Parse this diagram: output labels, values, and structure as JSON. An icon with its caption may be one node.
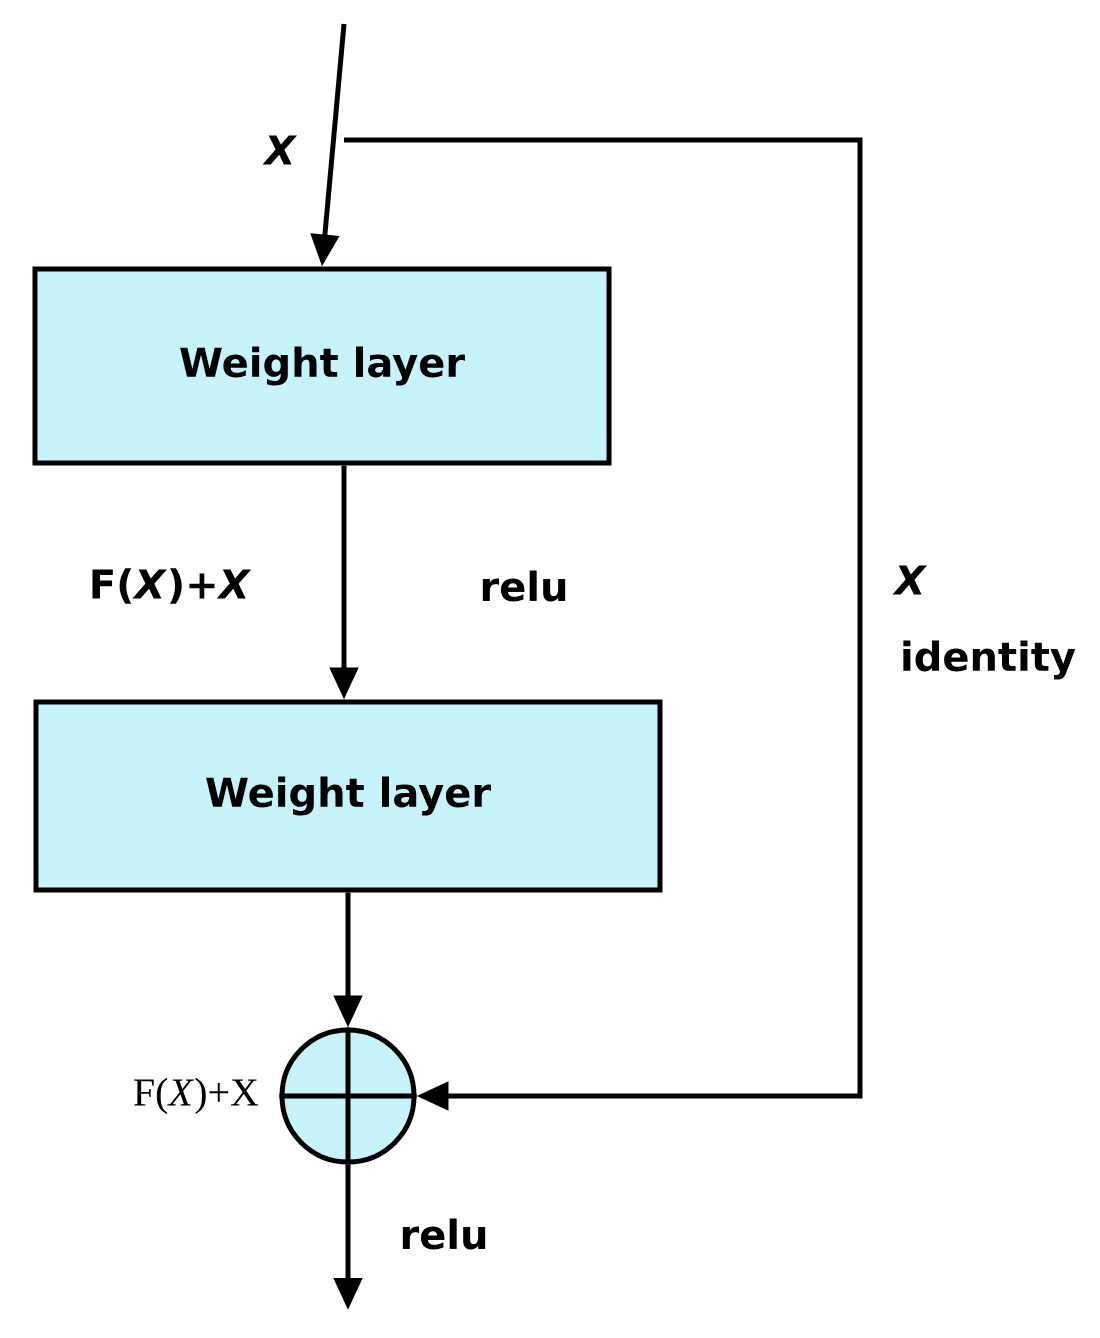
{
  "diagram": {
    "nodes": [
      {
        "text": [
          "Weight layer"
        ]
      },
      {
        "text": [
          "Weight layer"
        ]
      },
      {
        "text": [],
        "shape": "circle",
        "beside": [
          "F(*X*)+X"
        ]
      }
    ],
    "edges": [
      {
        "from": null,
        "to": 0,
        "arrow": "to",
        "label": "X"
      },
      {
        "from": 0,
        "to": 1,
        "arrow": "to",
        "label": "relu"
      },
      {
        "from": 1,
        "to": 2,
        "arrow": "to"
      },
      {
        "from": null,
        "to": 2,
        "arrow": "to",
        "label": "identity"
      },
      {
        "from": 2,
        "to": null,
        "arrow": "to",
        "label": "relu"
      }
    ],
    "labels": [
      "F(*X*)+*X*",
      "X"
    ]
  }
}
